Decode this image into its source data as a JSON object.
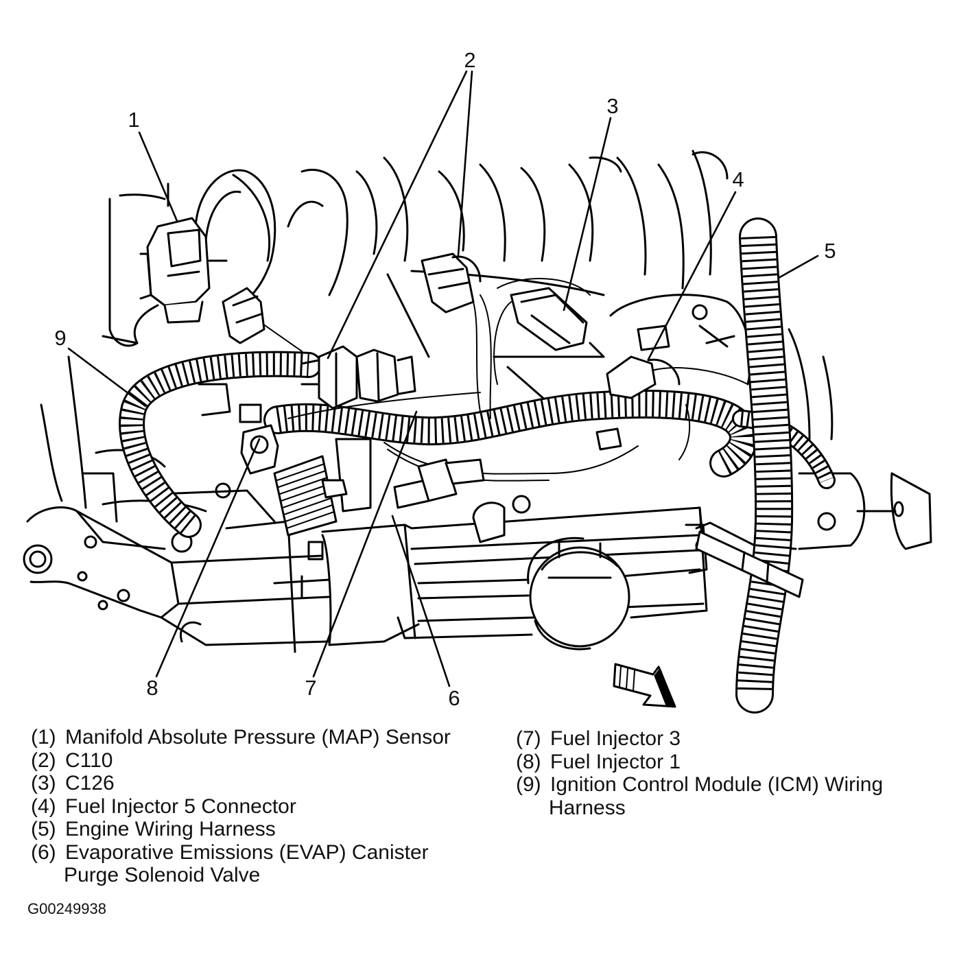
{
  "diagram": {
    "callouts": [
      "1",
      "2",
      "3",
      "4",
      "5",
      "6",
      "7",
      "8",
      "9"
    ],
    "direction_arrow_icon": "arrow-down-right-icon"
  },
  "legend": {
    "left": [
      {
        "num": "(1)",
        "text": "Manifold Absolute Pressure (MAP) Sensor"
      },
      {
        "num": "(2)",
        "text": "C110"
      },
      {
        "num": "(3)",
        "text": "C126"
      },
      {
        "num": "(4)",
        "text": "Fuel Injector 5 Connector"
      },
      {
        "num": "(5)",
        "text": "Engine Wiring Harness"
      },
      {
        "num": "(6)",
        "text": "Evaporative Emissions (EVAP) Canister",
        "text_cont": "Purge Solenoid Valve"
      }
    ],
    "right": [
      {
        "num": "(7)",
        "text": "Fuel Injector 3"
      },
      {
        "num": "(8)",
        "text": "Fuel Injector 1"
      },
      {
        "num": "(9)",
        "text": "Ignition Control Module (ICM) Wiring",
        "text_cont": "Harness"
      }
    ]
  },
  "figure_id": "G00249938"
}
